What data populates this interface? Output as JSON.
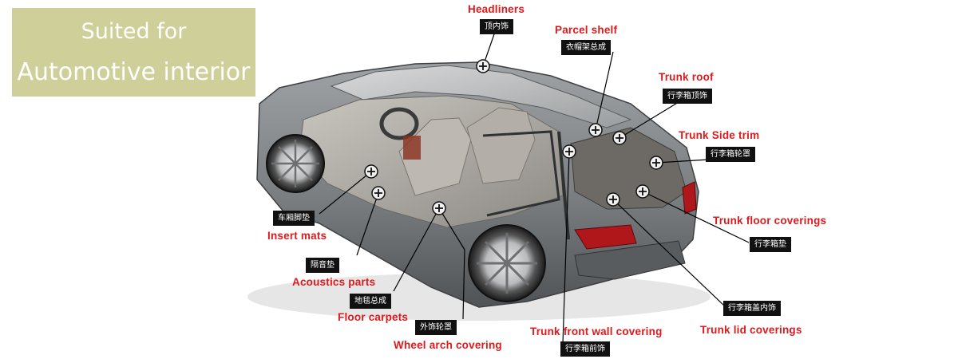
{
  "title": {
    "line1": "Suited for",
    "line2": "Automotive interior"
  },
  "parts": [
    {
      "key": "headliners",
      "en": "Headliners",
      "cn": "顶内饰"
    },
    {
      "key": "parcel_shelf",
      "en": "Parcel shelf",
      "cn": "衣帽架总成"
    },
    {
      "key": "trunk_roof",
      "en": "Trunk roof",
      "cn": "行李箱顶饰"
    },
    {
      "key": "trunk_side_trim",
      "en": "Trunk Side trim",
      "cn": "行李箱轮罩"
    },
    {
      "key": "trunk_floor_coverings",
      "en": "Trunk floor coverings",
      "cn": "行李箱垫"
    },
    {
      "key": "trunk_lid_coverings",
      "en": "Trunk lid coverings",
      "cn": "行李箱盖内饰"
    },
    {
      "key": "trunk_front_wall_covering",
      "en": "Trunk front wall covering",
      "cn": "行李箱前饰"
    },
    {
      "key": "wheel_arch_covering",
      "en": "Wheel arch covering",
      "cn": "外饰轮罩"
    },
    {
      "key": "floor_carpets",
      "en": "Floor carpets",
      "cn": "地毯总成"
    },
    {
      "key": "acoustics_parts",
      "en": "Acoustics parts",
      "cn": "隔音垫"
    },
    {
      "key": "insert_mats",
      "en": "Insert mats",
      "cn": "车厢脚垫"
    }
  ],
  "colors": {
    "title_bg": "#cfcf99",
    "label_red": "#e0191b",
    "tag_black": "#111111",
    "car_body": "#7b7f82"
  }
}
